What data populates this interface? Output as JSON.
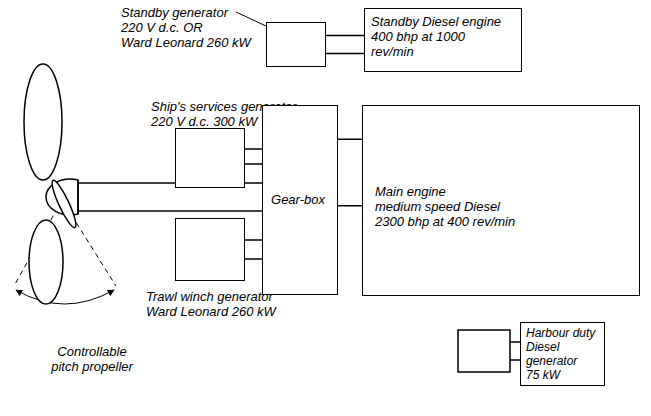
{
  "diagram": {
    "nodes": [
      {
        "text": [
          "Standby generator",
          "220 V d.c. OR",
          "Ward Leonard 260 kW"
        ]
      },
      {
        "text": [
          "Standby Diesel engine",
          "400 bhp at 1000 rev/min"
        ]
      },
      {
        "text": [
          "Ship's services generator",
          "220 V d.c. 300 kW"
        ]
      },
      {
        "text": [
          "Gear-box"
        ]
      },
      {
        "text": [
          "Main engine",
          "medium speed Diesel",
          "2300 bhp at 400 rev/min"
        ]
      },
      {
        "text": [
          "Trawl winch generator",
          "Ward Leonard 260 kW"
        ]
      },
      {
        "text": [
          "Harbour duty Diesel generator",
          "75 kW"
        ]
      }
    ],
    "edges": [
      {
        "from": 0,
        "to": 1,
        "arrow": "none"
      },
      {
        "from": 2,
        "to": 3,
        "arrow": "none"
      },
      {
        "from": 5,
        "to": 3,
        "arrow": "none"
      },
      {
        "from": 3,
        "to": 4,
        "arrow": "none"
      }
    ],
    "labels": [
      "Controllable pitch propeller"
    ]
  }
}
